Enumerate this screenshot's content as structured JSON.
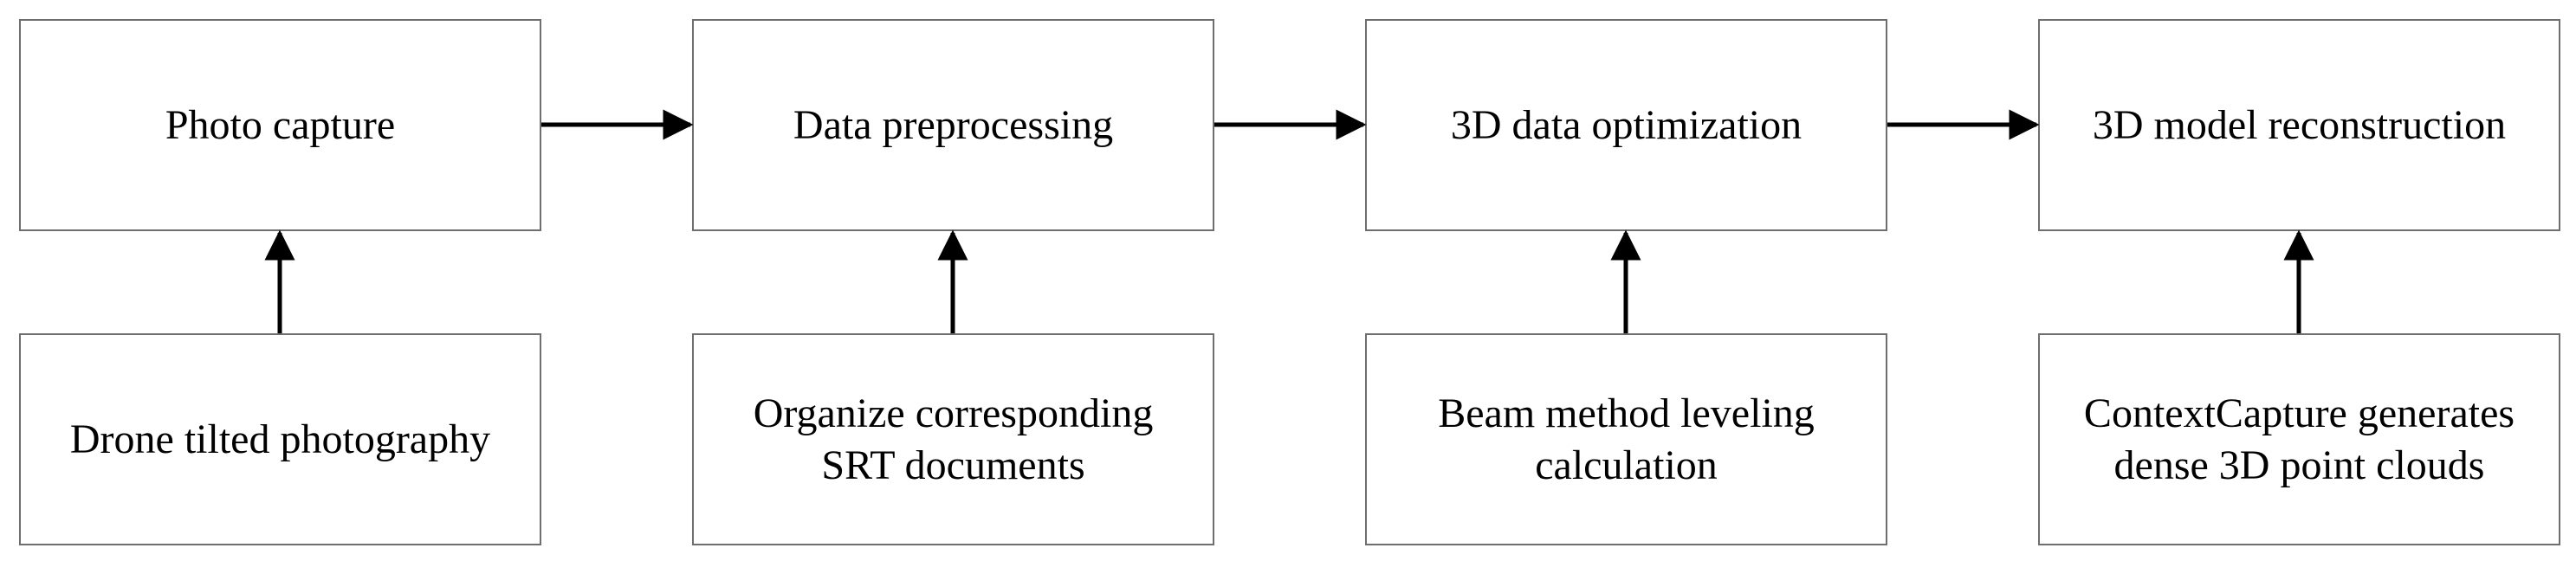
{
  "diagram": {
    "top_row": [
      {
        "label": "Photo capture"
      },
      {
        "label": "Data preprocessing"
      },
      {
        "label": "3D data optimization"
      },
      {
        "label": "3D model reconstruction"
      }
    ],
    "bottom_row": [
      {
        "label_lines": [
          "Drone tilted photography"
        ]
      },
      {
        "label_lines": [
          "Organize corresponding",
          "SRT documents"
        ]
      },
      {
        "label_lines": [
          "Beam method leveling",
          "calculation"
        ]
      },
      {
        "label_lines": [
          "ContextCapture generates",
          "dense 3D point clouds"
        ]
      }
    ],
    "colors": {
      "border": "#6e6e6e",
      "arrow": "#000000",
      "text": "#000000",
      "background": "#ffffff"
    }
  }
}
